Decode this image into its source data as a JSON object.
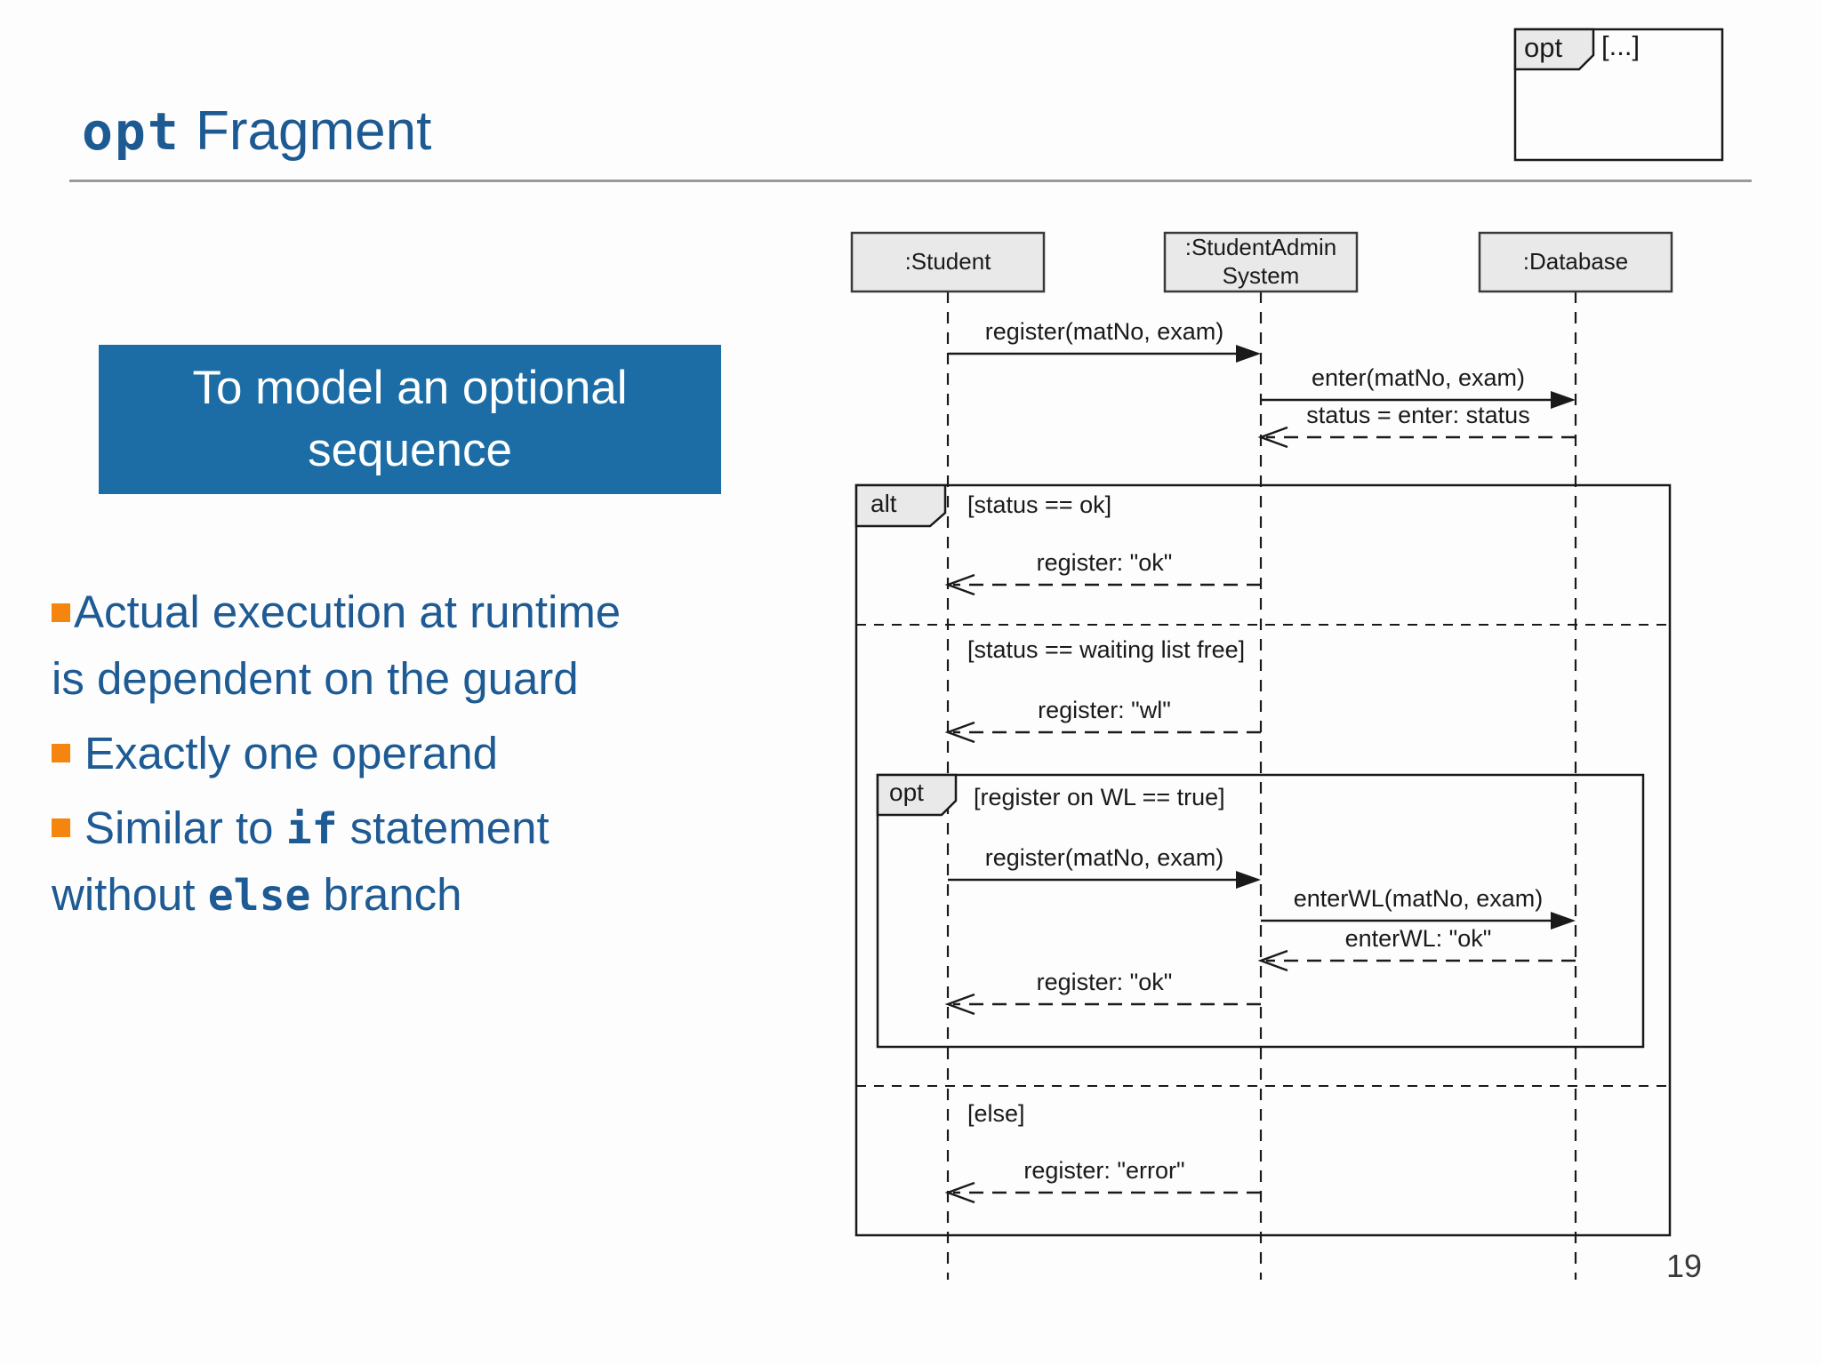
{
  "title": {
    "code": "opt",
    "rest": "Fragment"
  },
  "corner_figure": {
    "operator": "opt",
    "guard": "[...]"
  },
  "callout": {
    "text": "To model an optional sequence"
  },
  "bullets": {
    "item1": "Actual execution at runtime is dependent on the guard",
    "item2": "Exactly one operand",
    "item3": {
      "pre": "Similar to ",
      "code1": "if",
      "mid": " statement without ",
      "code2": "else",
      "post": " branch"
    }
  },
  "page_number": "19",
  "colors": {
    "accent_blue": "#1c6da6",
    "text_blue": "#1e5b94",
    "bullet_orange": "#f5850e",
    "box_gray": "#e9e9e9"
  },
  "diagram": {
    "lifelines": [
      {
        "name": ":Student"
      },
      {
        "name": ":StudentAdmin System"
      },
      {
        "name": ":Database"
      }
    ],
    "alt_fragment": {
      "operator": "alt",
      "guard1": "[status == ok]",
      "guard2": "[status == waiting list free]",
      "guard3": "[else]"
    },
    "opt_fragment": {
      "operator": "opt",
      "guard": "[register on WL == true]"
    },
    "messages": {
      "m1": "register(matNo, exam)",
      "m2": "enter(matNo, exam)",
      "m3": "status = enter: status",
      "m4": "register: \"ok\"",
      "m5": "register: \"wl\"",
      "m6": "register(matNo, exam)",
      "m7": "enterWL(matNo, exam)",
      "m8": "enterWL: \"ok\"",
      "m9": "register: \"ok\"",
      "m10": "register: \"error\""
    }
  }
}
